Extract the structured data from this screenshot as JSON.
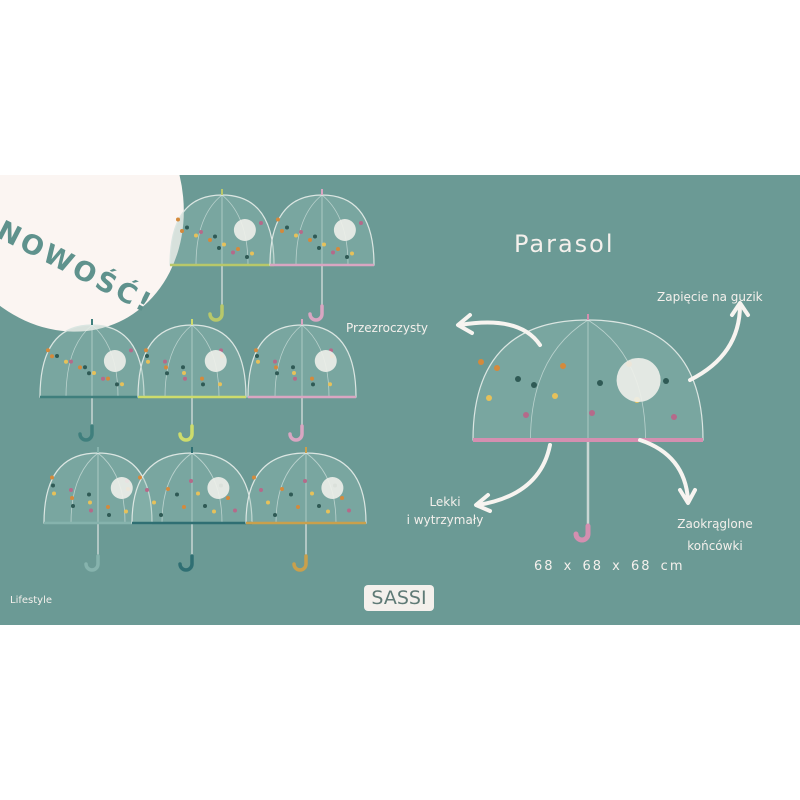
{
  "badge": "NOWOŚĆ!",
  "product_title": "Parasol",
  "features": {
    "transparent": "Przezroczysty",
    "button_clasp": "Zapięcie na guzik",
    "light_line1": "Lekki",
    "light_line2": "i wytrzymały",
    "rounded_line1": "Zaokrąglone",
    "rounded_line2": "końcówki"
  },
  "dimensions": "68 x 68 x 68 cm",
  "category": "Lifestyle",
  "logo": "SASSI",
  "colors": {
    "banner": "#6b9a95",
    "blob": "#fbf5f2",
    "text": "#f4f0ec"
  },
  "umbrellas": [
    {
      "variant": "turtle",
      "trim": "#b8c86a"
    },
    {
      "variant": "unicorn",
      "trim": "#d9a6c2"
    },
    {
      "variant": "fox",
      "trim": "#3f7f7d"
    },
    {
      "variant": "panda",
      "trim": "#cddc6c"
    },
    {
      "variant": "bunny",
      "trim": "#d9a6c2"
    },
    {
      "variant": "seal",
      "trim": "#86b3ad"
    },
    {
      "variant": "elephant",
      "trim": "#2f6f73"
    },
    {
      "variant": "lion",
      "trim": "#c9a04c"
    },
    {
      "variant": "bunny-large",
      "trim": "#d48fb0"
    }
  ]
}
